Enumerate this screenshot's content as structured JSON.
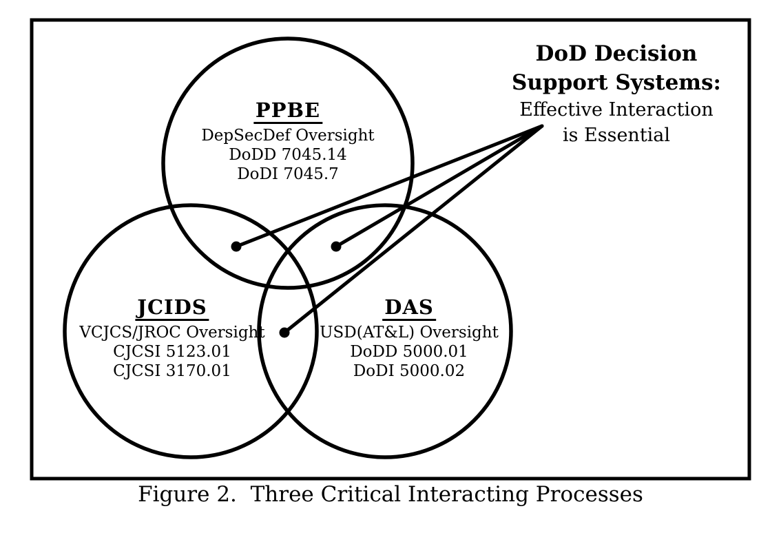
{
  "figure": {
    "circles": [
      {
        "title": "PPBE",
        "lines": [
          "DepSecDef Oversight",
          "DoDD 7045.14",
          "DoDI 7045.7"
        ]
      },
      {
        "title": "JCIDS",
        "lines": [
          "VCJCS/JROC Oversight",
          "CJCSI 5123.01",
          "CJCSI 3170.01"
        ]
      },
      {
        "title": "DAS",
        "lines": [
          "USD(AT&L) Oversight",
          "DoDD 5000.01",
          "DoDI 5000.02"
        ]
      }
    ],
    "callout": {
      "bold_lines": [
        "DoD Decision",
        "Support Systems:"
      ],
      "regular_lines": [
        "Effective Interaction",
        "is Essential"
      ]
    },
    "caption": "Figure 2.  Three Critical Interacting Processes",
    "colors": {
      "ink": "#000000",
      "background": "#ffffff"
    }
  }
}
